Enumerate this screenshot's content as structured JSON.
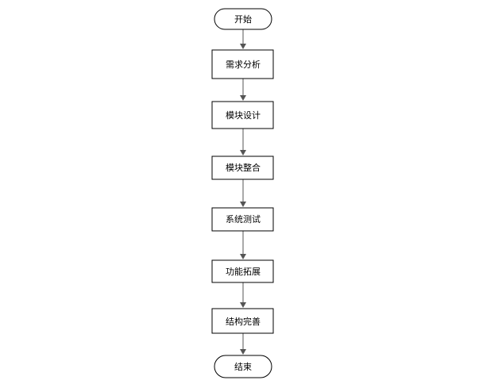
{
  "flowchart": {
    "start": {
      "label": "开始"
    },
    "steps": [
      {
        "label": "需求分析"
      },
      {
        "label": "模块设计"
      },
      {
        "label": "模块整合"
      },
      {
        "label": "系统测试"
      },
      {
        "label": "功能拓展"
      },
      {
        "label": "结构完善"
      }
    ],
    "end": {
      "label": "结束"
    },
    "colors": {
      "stroke": "#000000",
      "fill": "#ffffff",
      "arrow": "#555555"
    }
  }
}
